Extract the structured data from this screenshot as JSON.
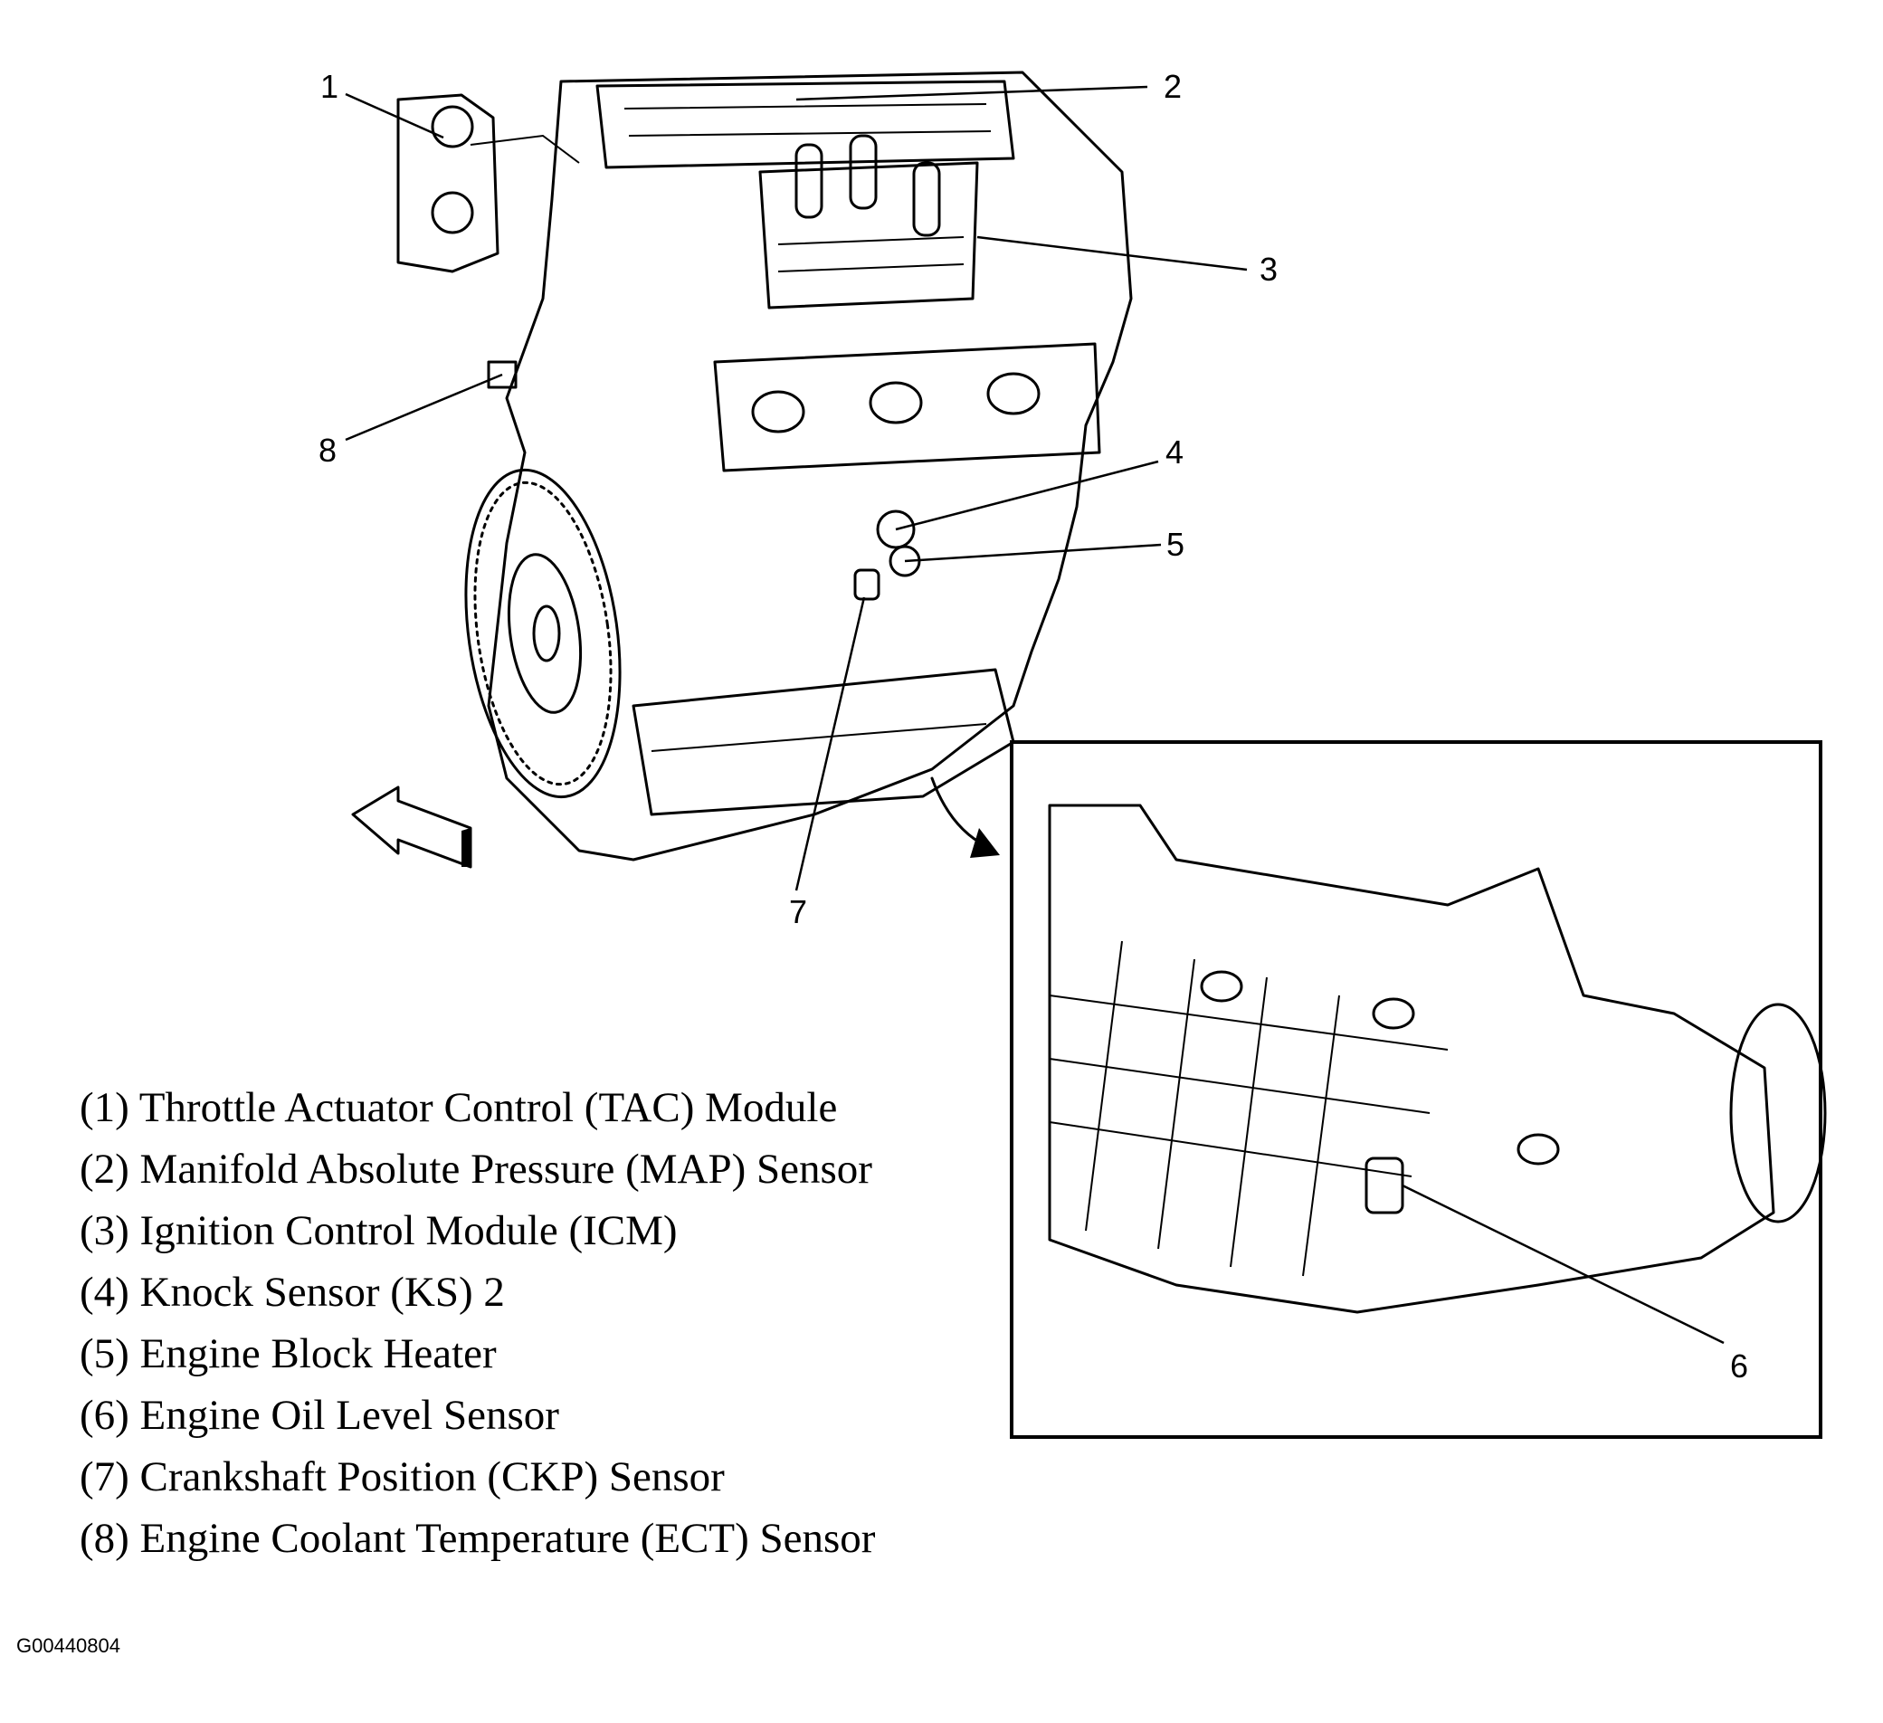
{
  "callouts": [
    "1",
    "2",
    "3",
    "4",
    "5",
    "6",
    "7",
    "8"
  ],
  "legend": [
    "(1) Throttle Actuator Control (TAC) Module",
    "(2) Manifold Absolute Pressure (MAP) Sensor",
    "(3) Ignition Control Module (ICM)",
    "(4) Knock Sensor (KS) 2",
    "(5) Engine Block Heater",
    "(6) Engine Oil Level Sensor",
    "(7) Crankshaft Position (CKP) Sensor",
    "(8) Engine Coolant Temperature (ECT) Sensor"
  ],
  "figure_id": "G00440804"
}
